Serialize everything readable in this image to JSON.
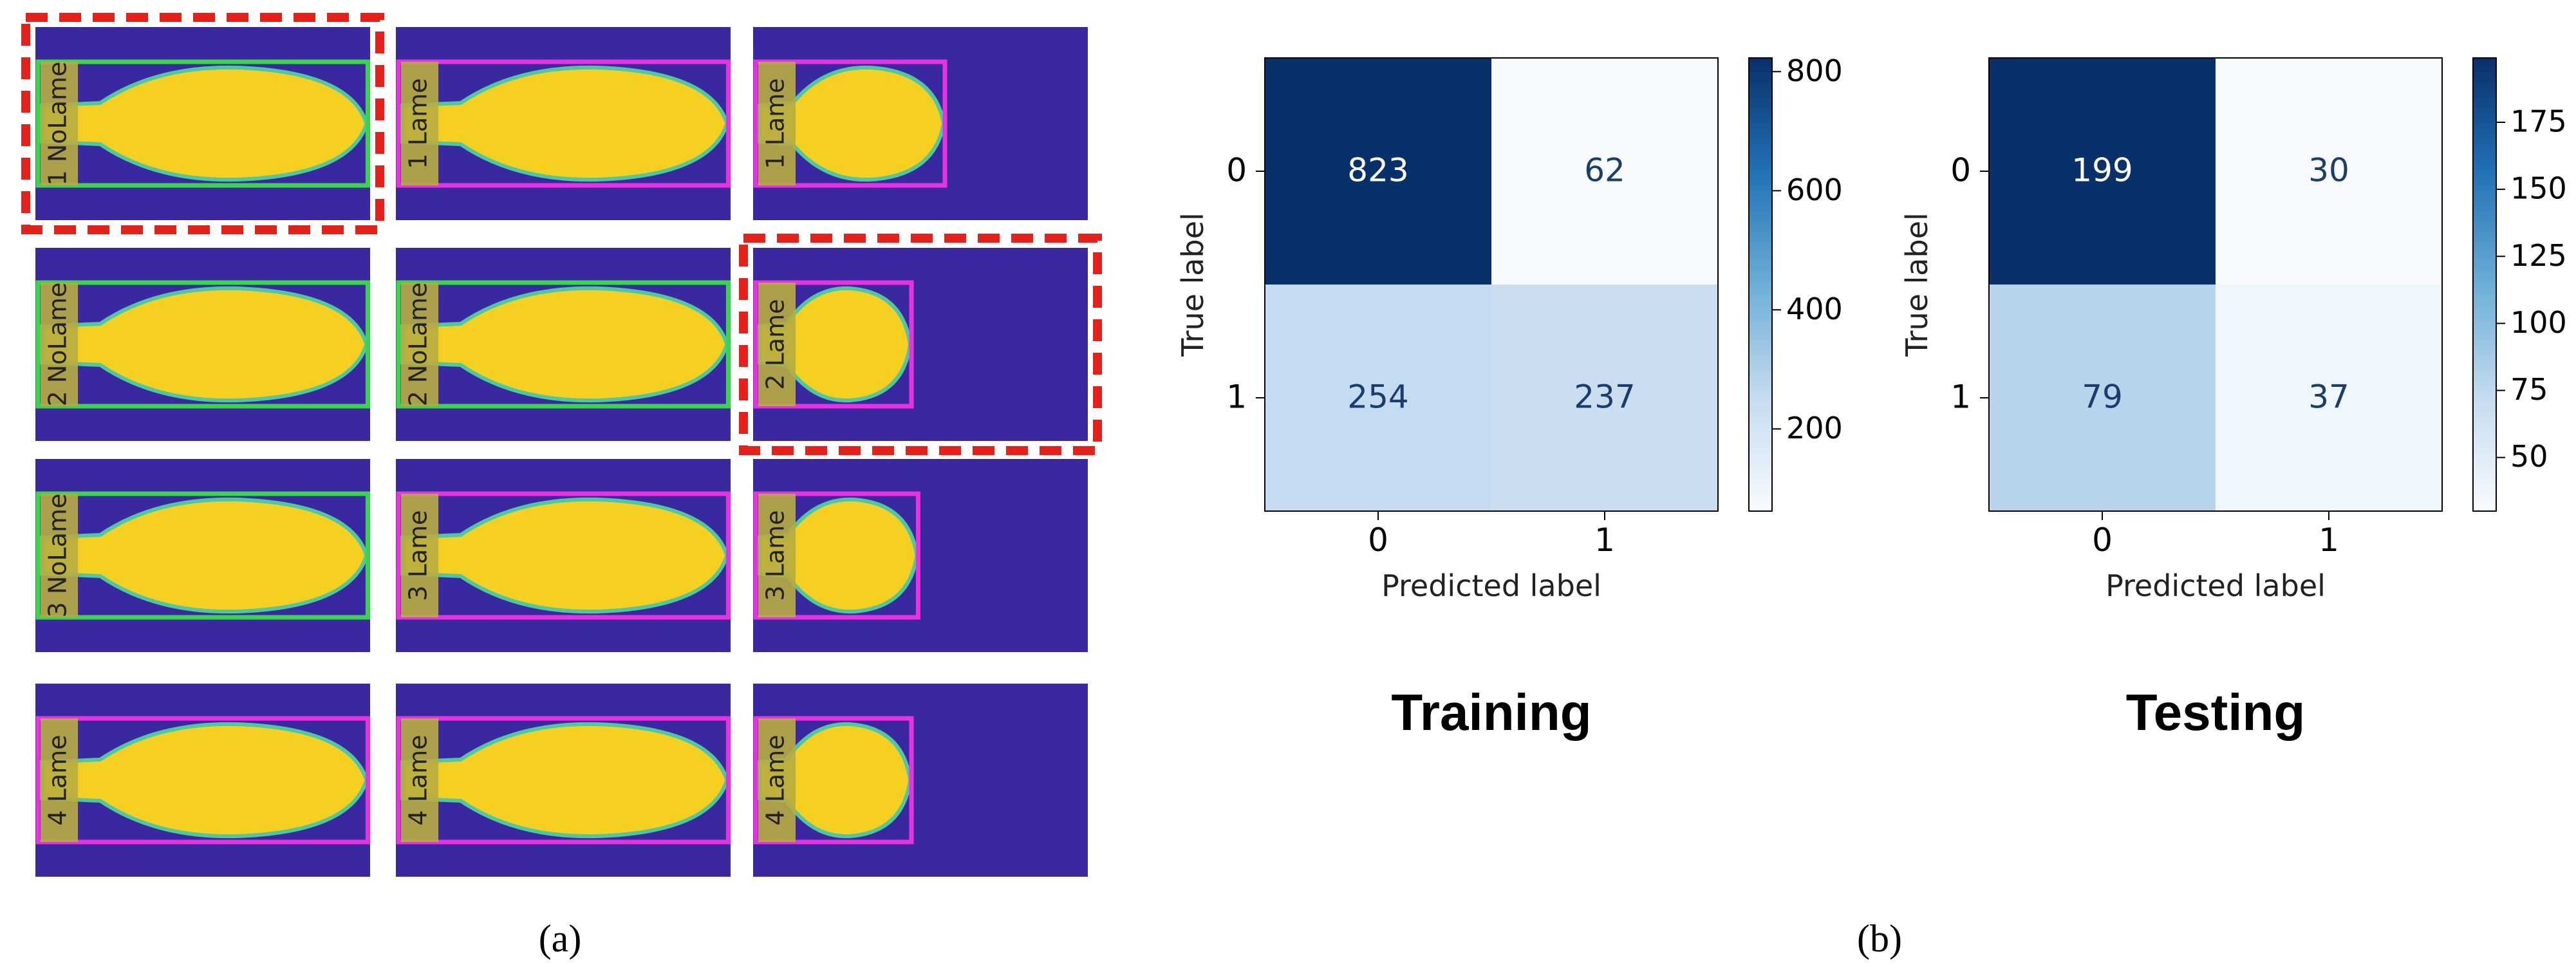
{
  "panel_a": {
    "caption": "(a)",
    "columns": 3,
    "tiles": [
      {
        "label": "1 NoLame",
        "class": "NoLame",
        "highlighted": true
      },
      {
        "label": "1 Lame",
        "class": "Lame",
        "highlighted": false
      },
      {
        "label": "1 Lame",
        "class": "Lame",
        "highlighted": false
      },
      {
        "label": "2 NoLame",
        "class": "NoLame",
        "highlighted": false
      },
      {
        "label": "2 NoLame",
        "class": "NoLame",
        "highlighted": false
      },
      {
        "label": "2 Lame",
        "class": "Lame",
        "highlighted": true
      },
      {
        "label": "3 NoLame",
        "class": "NoLame",
        "highlighted": false
      },
      {
        "label": "3 Lame",
        "class": "Lame",
        "highlighted": false
      },
      {
        "label": "3 Lame",
        "class": "Lame",
        "highlighted": false
      },
      {
        "label": "4 Lame",
        "class": "Lame",
        "highlighted": false
      },
      {
        "label": "4 Lame",
        "class": "Lame",
        "highlighted": false
      },
      {
        "label": "4 Lame",
        "class": "Lame",
        "highlighted": false
      }
    ],
    "colors": {
      "background": "#3a28a0",
      "body": "#f5d020",
      "nolame_box": "#3ad64a",
      "lame_box": "#e832e0",
      "highlight": "#e8201a"
    }
  },
  "panel_b": {
    "caption": "(b)"
  },
  "chart_data": [
    {
      "type": "heatmap",
      "title": "Training",
      "xlabel": "Predicted label",
      "ylabel": "True label",
      "x_ticks": [
        "0",
        "1"
      ],
      "y_ticks": [
        "0",
        "1"
      ],
      "matrix": [
        [
          823,
          62
        ],
        [
          254,
          237
        ]
      ],
      "colormap": "Blues",
      "colorbar_ticks": [
        200,
        400,
        600,
        800
      ],
      "colorbar_range": [
        62,
        823
      ]
    },
    {
      "type": "heatmap",
      "title": "Testing",
      "xlabel": "Predicted label",
      "ylabel": "True label",
      "x_ticks": [
        "0",
        "1"
      ],
      "y_ticks": [
        "0",
        "1"
      ],
      "matrix": [
        [
          199,
          30
        ],
        [
          79,
          37
        ]
      ],
      "colormap": "Blues",
      "colorbar_ticks": [
        50,
        75,
        100,
        125,
        150,
        175
      ],
      "colorbar_range": [
        30,
        199
      ]
    }
  ]
}
